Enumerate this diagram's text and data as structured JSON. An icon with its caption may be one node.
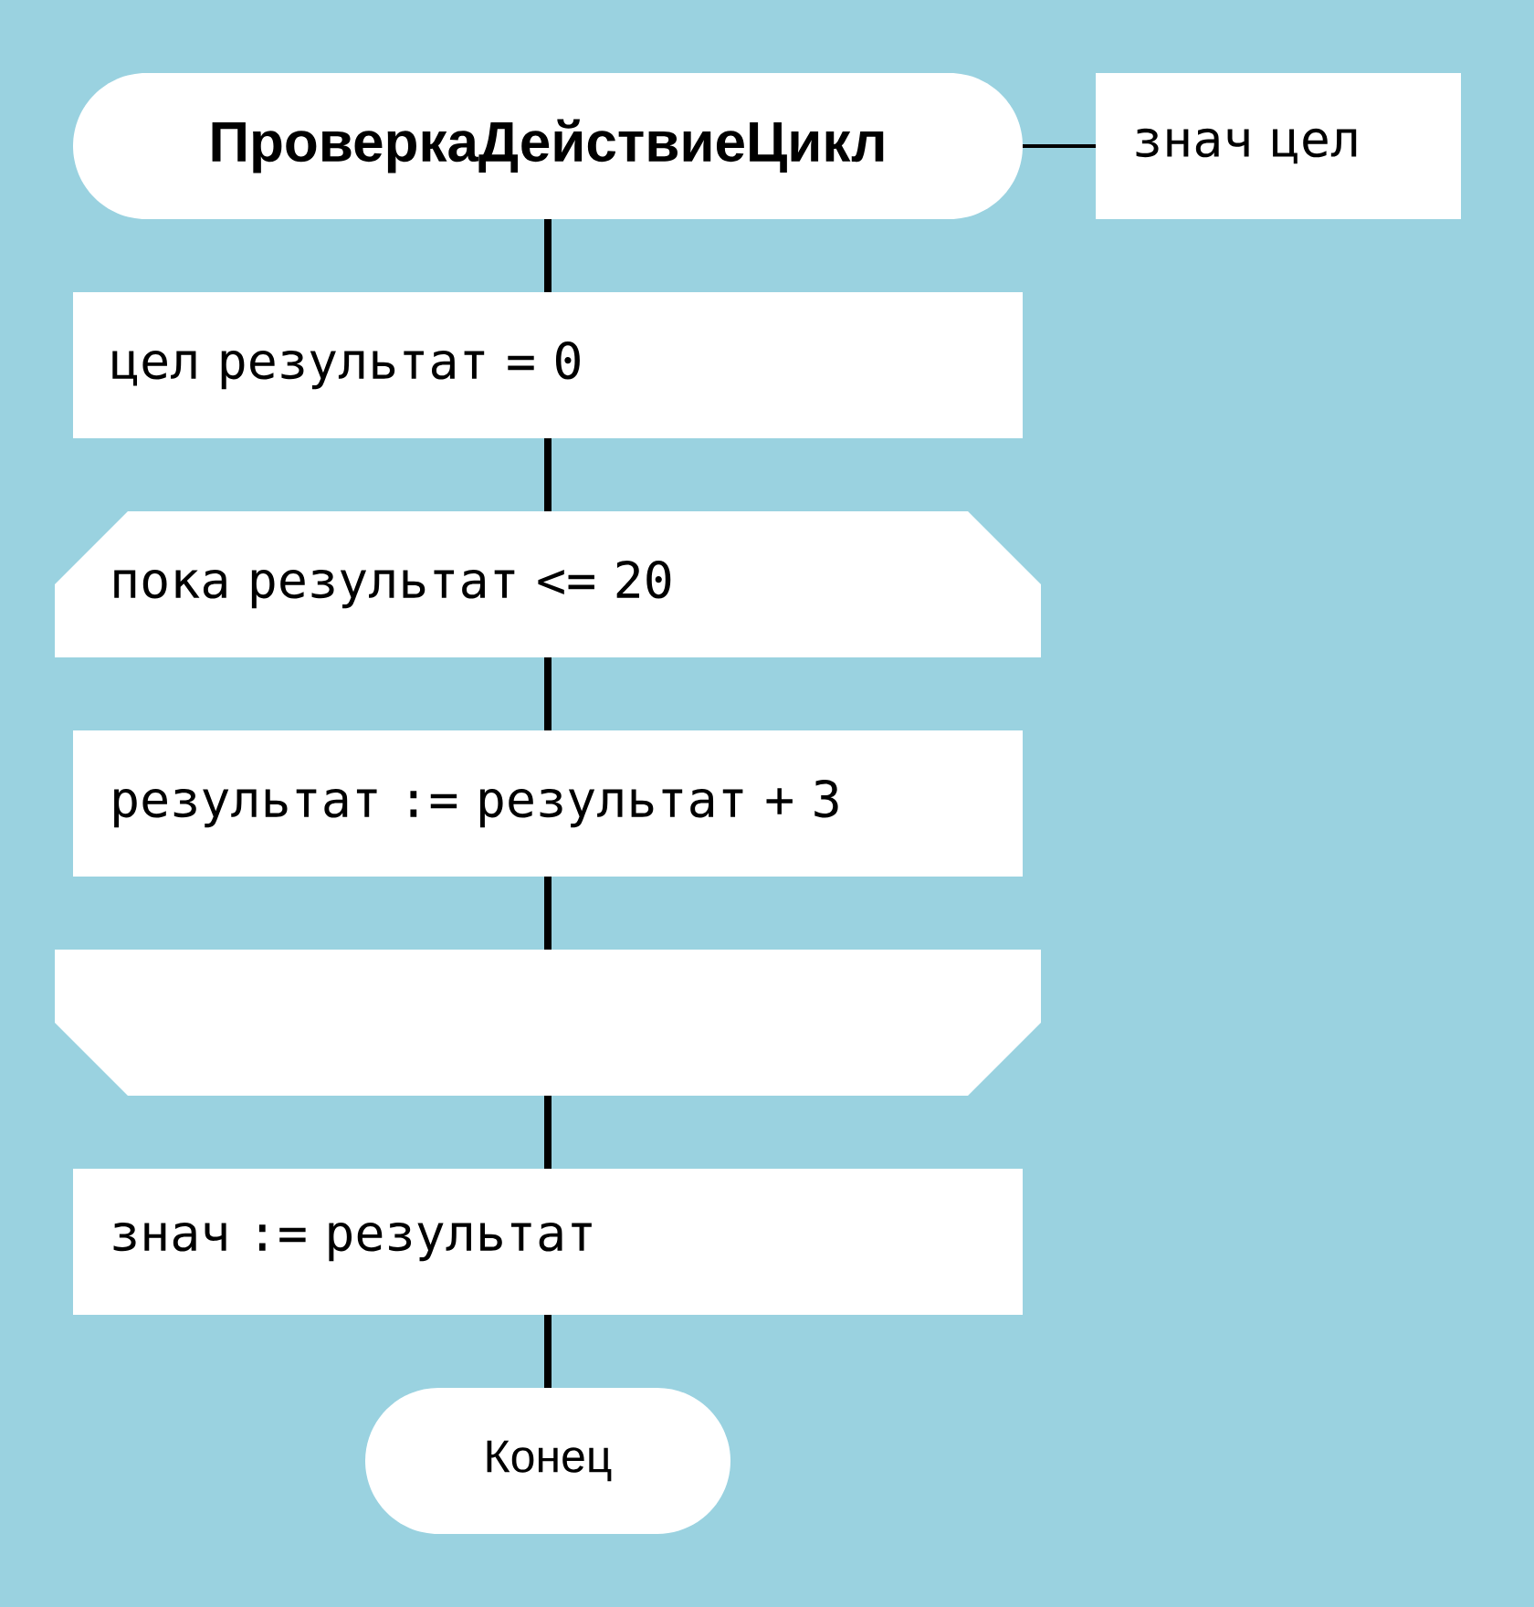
{
  "diagram": {
    "nodes": [
      {
        "text": [
          "ПроверкаДействиеЦикл"
        ]
      },
      {
        "text": [
          "знач цел"
        ]
      },
      {
        "text": [
          "цел результат = 0"
        ]
      },
      {
        "text": [
          "пока результат <= 20"
        ]
      },
      {
        "text": [
          "результат := результат + 3"
        ]
      },
      {
        "text": [],
        "shape": "box"
      },
      {
        "text": [
          "знач := результат"
        ]
      },
      {
        "text": [
          "Конец"
        ]
      }
    ],
    "edges": [
      {
        "from": 0,
        "to": 1,
        "arrow": "none"
      },
      {
        "from": 0,
        "to": 2,
        "arrow": "none"
      },
      {
        "from": 2,
        "to": 3,
        "arrow": "none"
      },
      {
        "from": 3,
        "to": 4,
        "arrow": "none"
      },
      {
        "from": 4,
        "to": 5,
        "arrow": "none"
      },
      {
        "from": 5,
        "to": 6,
        "arrow": "none"
      },
      {
        "from": 6,
        "to": 7,
        "arrow": "none"
      }
    ]
  }
}
